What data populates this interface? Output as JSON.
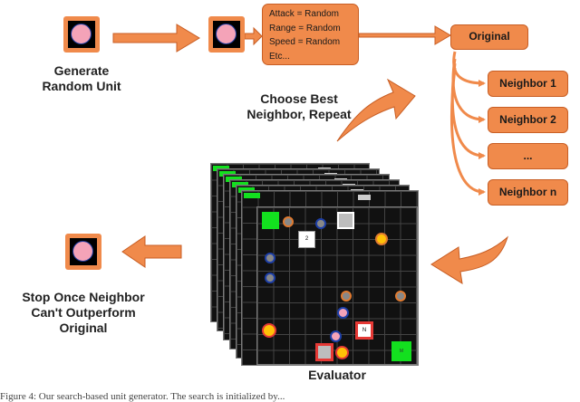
{
  "generate_label": "Generate Random Unit",
  "attributes": [
    "Attack = Random",
    "Range = Random",
    "Speed = Random",
    "Etc..."
  ],
  "original_label": "Original",
  "neighbors": [
    "Neighbor 1",
    "Neighbor 2",
    "...",
    "Neighbor n"
  ],
  "choose_label": "Choose Best Neighbor, Repeat",
  "stop_label": "Stop Once Neighbor Can't Outperform Original",
  "evaluator_label": "Evaluator",
  "footer_fragment": "Figure 4: Our search-based unit generator. The search is initialized by...",
  "board_text": [
    "2",
    "N",
    "M"
  ],
  "colors": {
    "box": "#f08a4b",
    "box_border": "#c85e24",
    "unit_fill": "#f4a3b8",
    "board": "#111111",
    "team_green": "#13e01f",
    "yellow_unit": "#ffc107"
  }
}
